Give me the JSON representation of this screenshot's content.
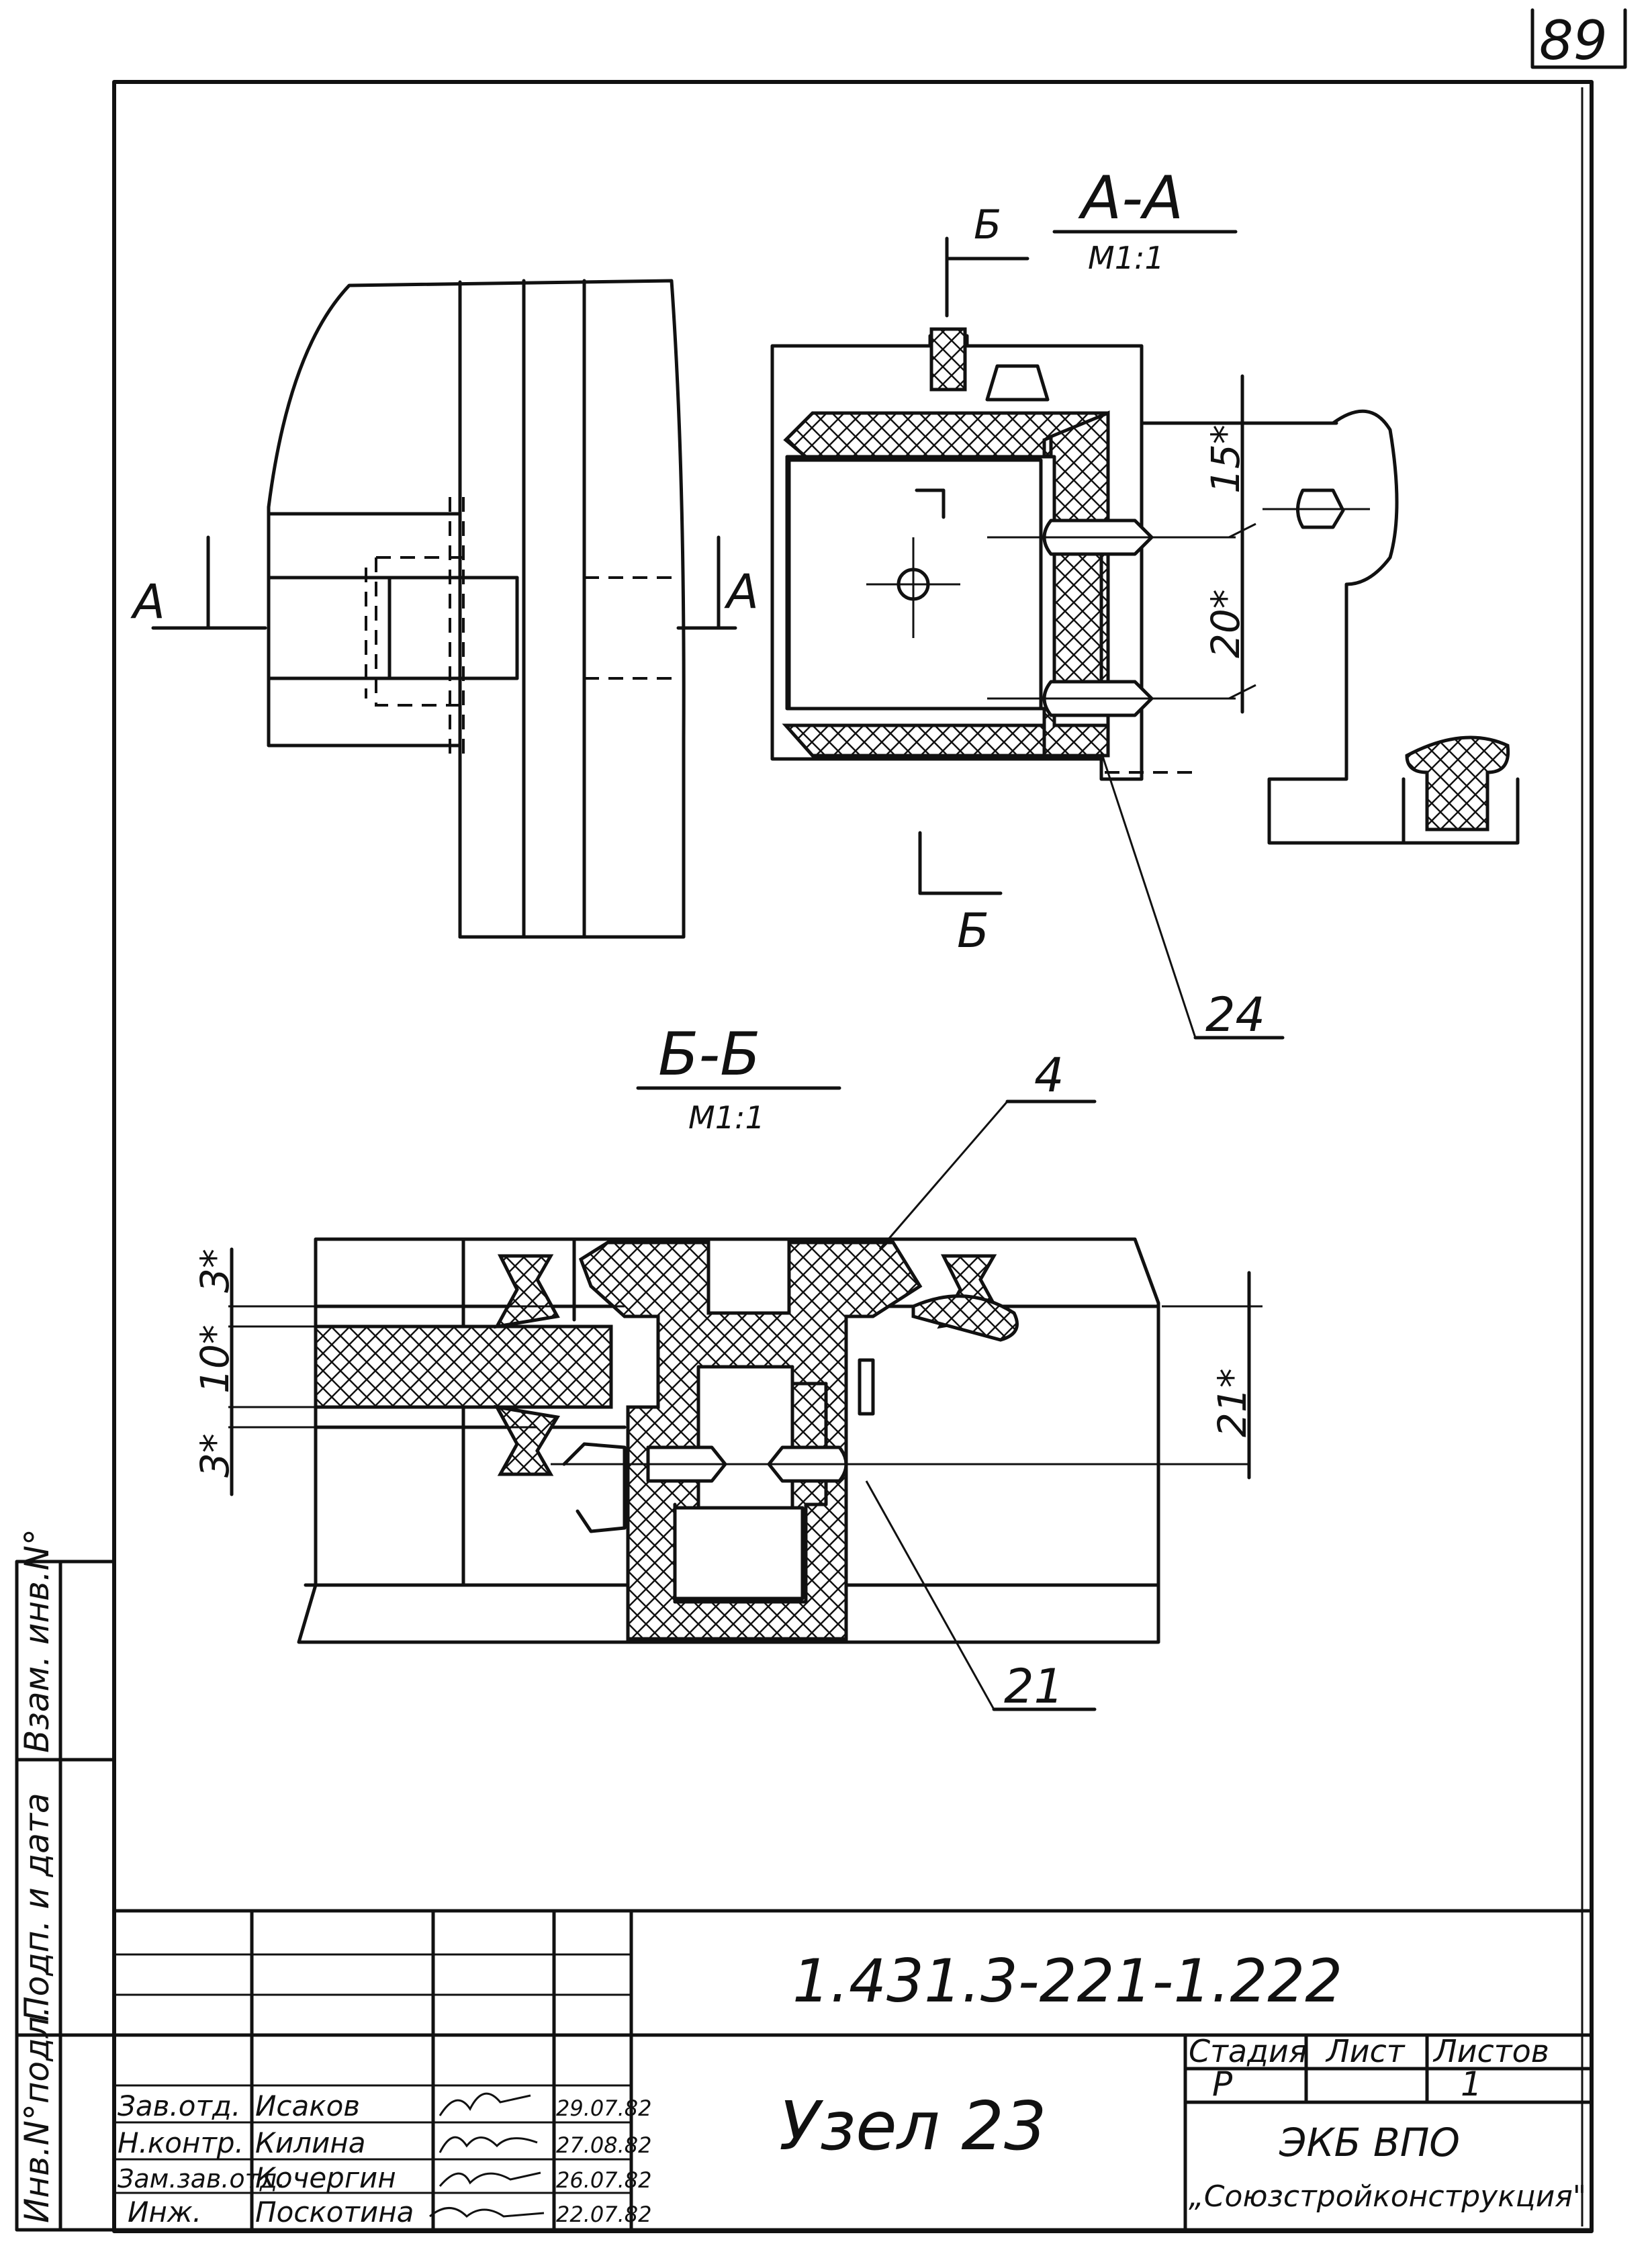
{
  "sheet_number": "89",
  "sections": {
    "aa": {
      "title": "А-А",
      "scale": "М1:1"
    },
    "bb": {
      "title": "Б-Б",
      "scale": "М1:1"
    }
  },
  "cut_marks": {
    "a_left": "А",
    "a_right": "А",
    "b_top": "Б",
    "b_bottom": "Б"
  },
  "dimensions": {
    "aa_upper": "15*",
    "aa_lower": "20*",
    "bb_top": "3*",
    "bb_mid": "10*",
    "bb_bottom": "3*",
    "bb_right": "21*"
  },
  "callouts": {
    "c24": "24",
    "c4": "4",
    "c21": "21"
  },
  "side_stamp": {
    "col1": "Инв.N°подл.",
    "col2": "Подп. и дата",
    "col3": "Взам. инв.N°"
  },
  "title_block": {
    "document_code": "1.431.3-221-1.222",
    "title": "Узел 23",
    "stage_header": "Стадия",
    "sheet_header": "Лист",
    "sheets_header": "Листов",
    "stage_value": "Р",
    "sheets_value": "1",
    "org_line1": "ЭКБ ВПО",
    "org_line2": "„Союзстройконструкция\"",
    "rows": [
      {
        "role": "Зав.отд.",
        "name": "Исаков",
        "signature": "",
        "date": "29.07.82"
      },
      {
        "role": "Н.контр.",
        "name": "Килина",
        "signature": "",
        "date": "27.08.82"
      },
      {
        "role": "Зам.зав.отд.",
        "name": "Кочергин",
        "signature": "",
        "date": "26.07.82"
      },
      {
        "role": "Инж.",
        "name": "Поскотина",
        "signature": "",
        "date": "22.07.82"
      }
    ]
  }
}
